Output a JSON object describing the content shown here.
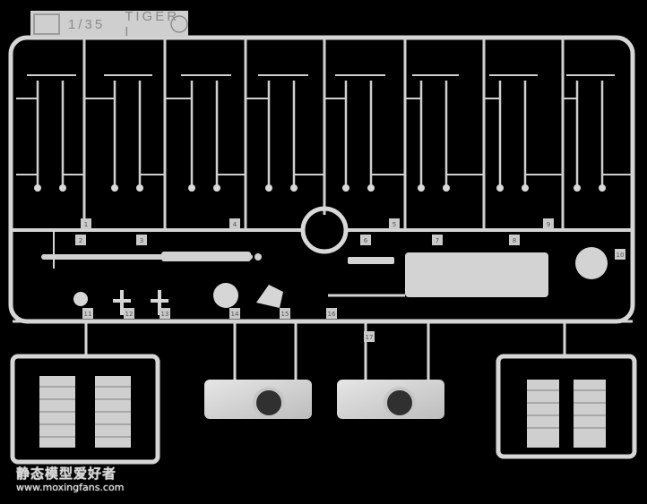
{
  "sprue": {
    "scale_label": "1/35",
    "model_label": "TIGER I",
    "part_numbers": [
      "1",
      "2",
      "3",
      "4",
      "5",
      "6",
      "7",
      "8",
      "9",
      "10",
      "11",
      "12",
      "13",
      "14",
      "15",
      "16",
      "17"
    ]
  },
  "watermark": {
    "chinese": "静态模型爱好者",
    "url": "www.moxingfans.com"
  },
  "colors": {
    "background": "#000000",
    "plastic": "#d8d8d8"
  }
}
